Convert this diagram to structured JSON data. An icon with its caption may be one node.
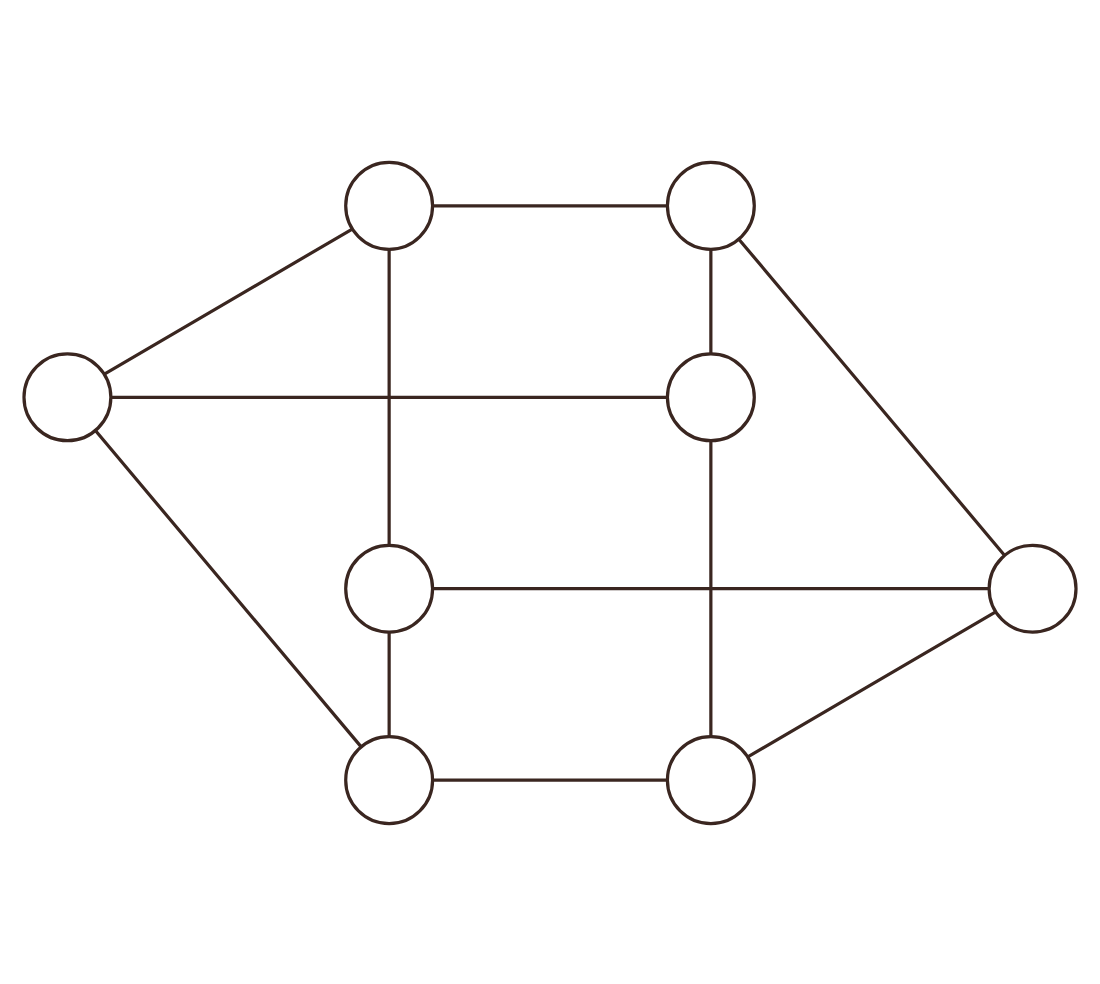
{
  "diagram": {
    "nodes": [
      {
        "text": [],
        "shape": "circle"
      },
      {
        "text": [],
        "shape": "circle"
      },
      {
        "text": [],
        "shape": "circle"
      },
      {
        "text": [],
        "shape": "circle"
      },
      {
        "text": [],
        "shape": "circle"
      },
      {
        "text": [],
        "shape": "circle"
      },
      {
        "text": [],
        "shape": "circle"
      },
      {
        "text": [],
        "shape": "circle"
      }
    ],
    "edges": [
      {
        "from": 0,
        "to": 1,
        "arrow": "none"
      },
      {
        "from": 0,
        "to": 2,
        "arrow": "none"
      },
      {
        "from": 1,
        "to": 3,
        "arrow": "none"
      },
      {
        "from": 2,
        "to": 3,
        "arrow": "none"
      },
      {
        "from": 0,
        "to": 4,
        "arrow": "none"
      },
      {
        "from": 1,
        "to": 5,
        "arrow": "none"
      },
      {
        "from": 2,
        "to": 6,
        "arrow": "none"
      },
      {
        "from": 3,
        "to": 7,
        "arrow": "none"
      },
      {
        "from": 4,
        "to": 5,
        "arrow": "none"
      },
      {
        "from": 4,
        "to": 6,
        "arrow": "none"
      },
      {
        "from": 5,
        "to": 7,
        "arrow": "none"
      },
      {
        "from": 6,
        "to": 7,
        "arrow": "none"
      }
    ]
  }
}
